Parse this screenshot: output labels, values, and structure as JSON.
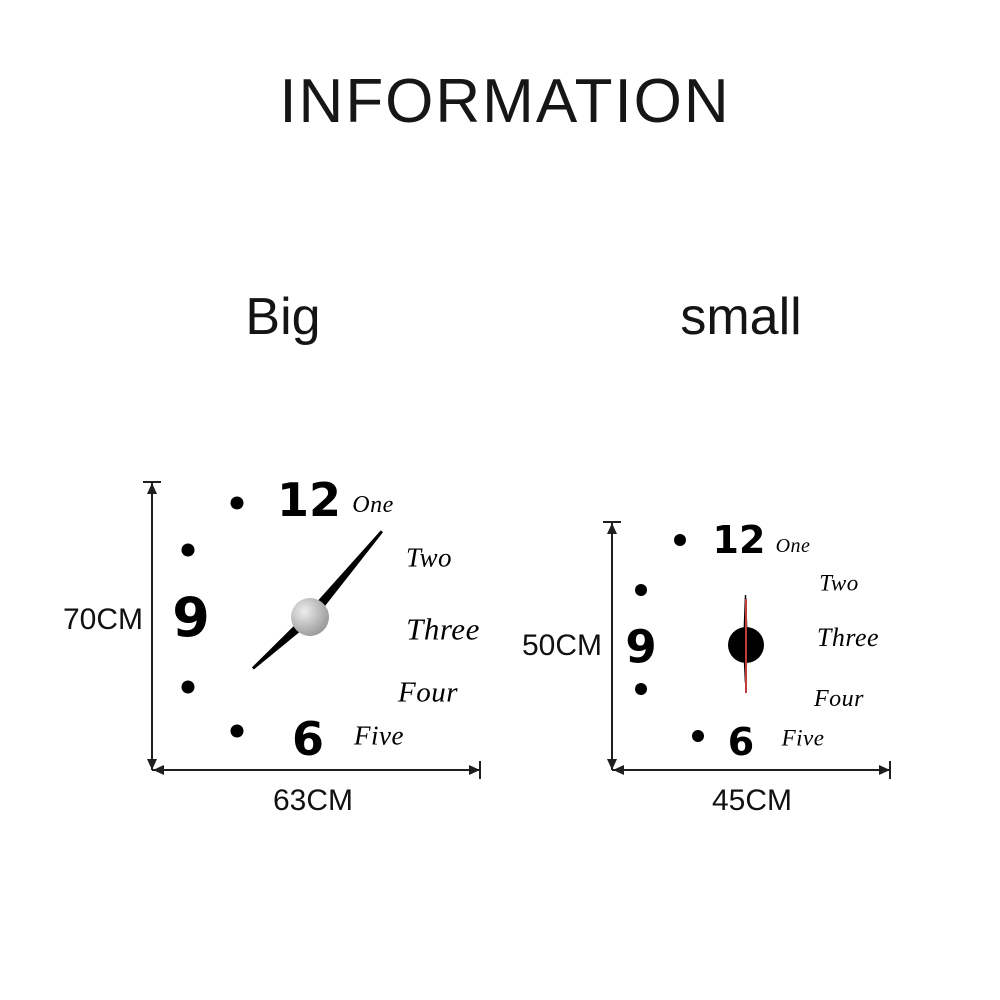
{
  "title": "INFORMATION",
  "big": {
    "label": "Big",
    "height": "70CM",
    "width": "63CM"
  },
  "small": {
    "label": "small",
    "height": "50CM",
    "width": "45CM"
  },
  "clock_face": {
    "twelve": "12",
    "nine": "9",
    "six": "6",
    "one": "One",
    "two": "Two",
    "three": "Three",
    "four": "Four",
    "five": "Five"
  },
  "colors": {
    "background": "#ffffff",
    "text": "#161616",
    "clock_elements": "#000000",
    "big_hub_silver": "#a9a9a9",
    "small_hub": "#000000",
    "second_hand_red": "#c43b3b",
    "dimension_line": "#1f1f1f"
  }
}
